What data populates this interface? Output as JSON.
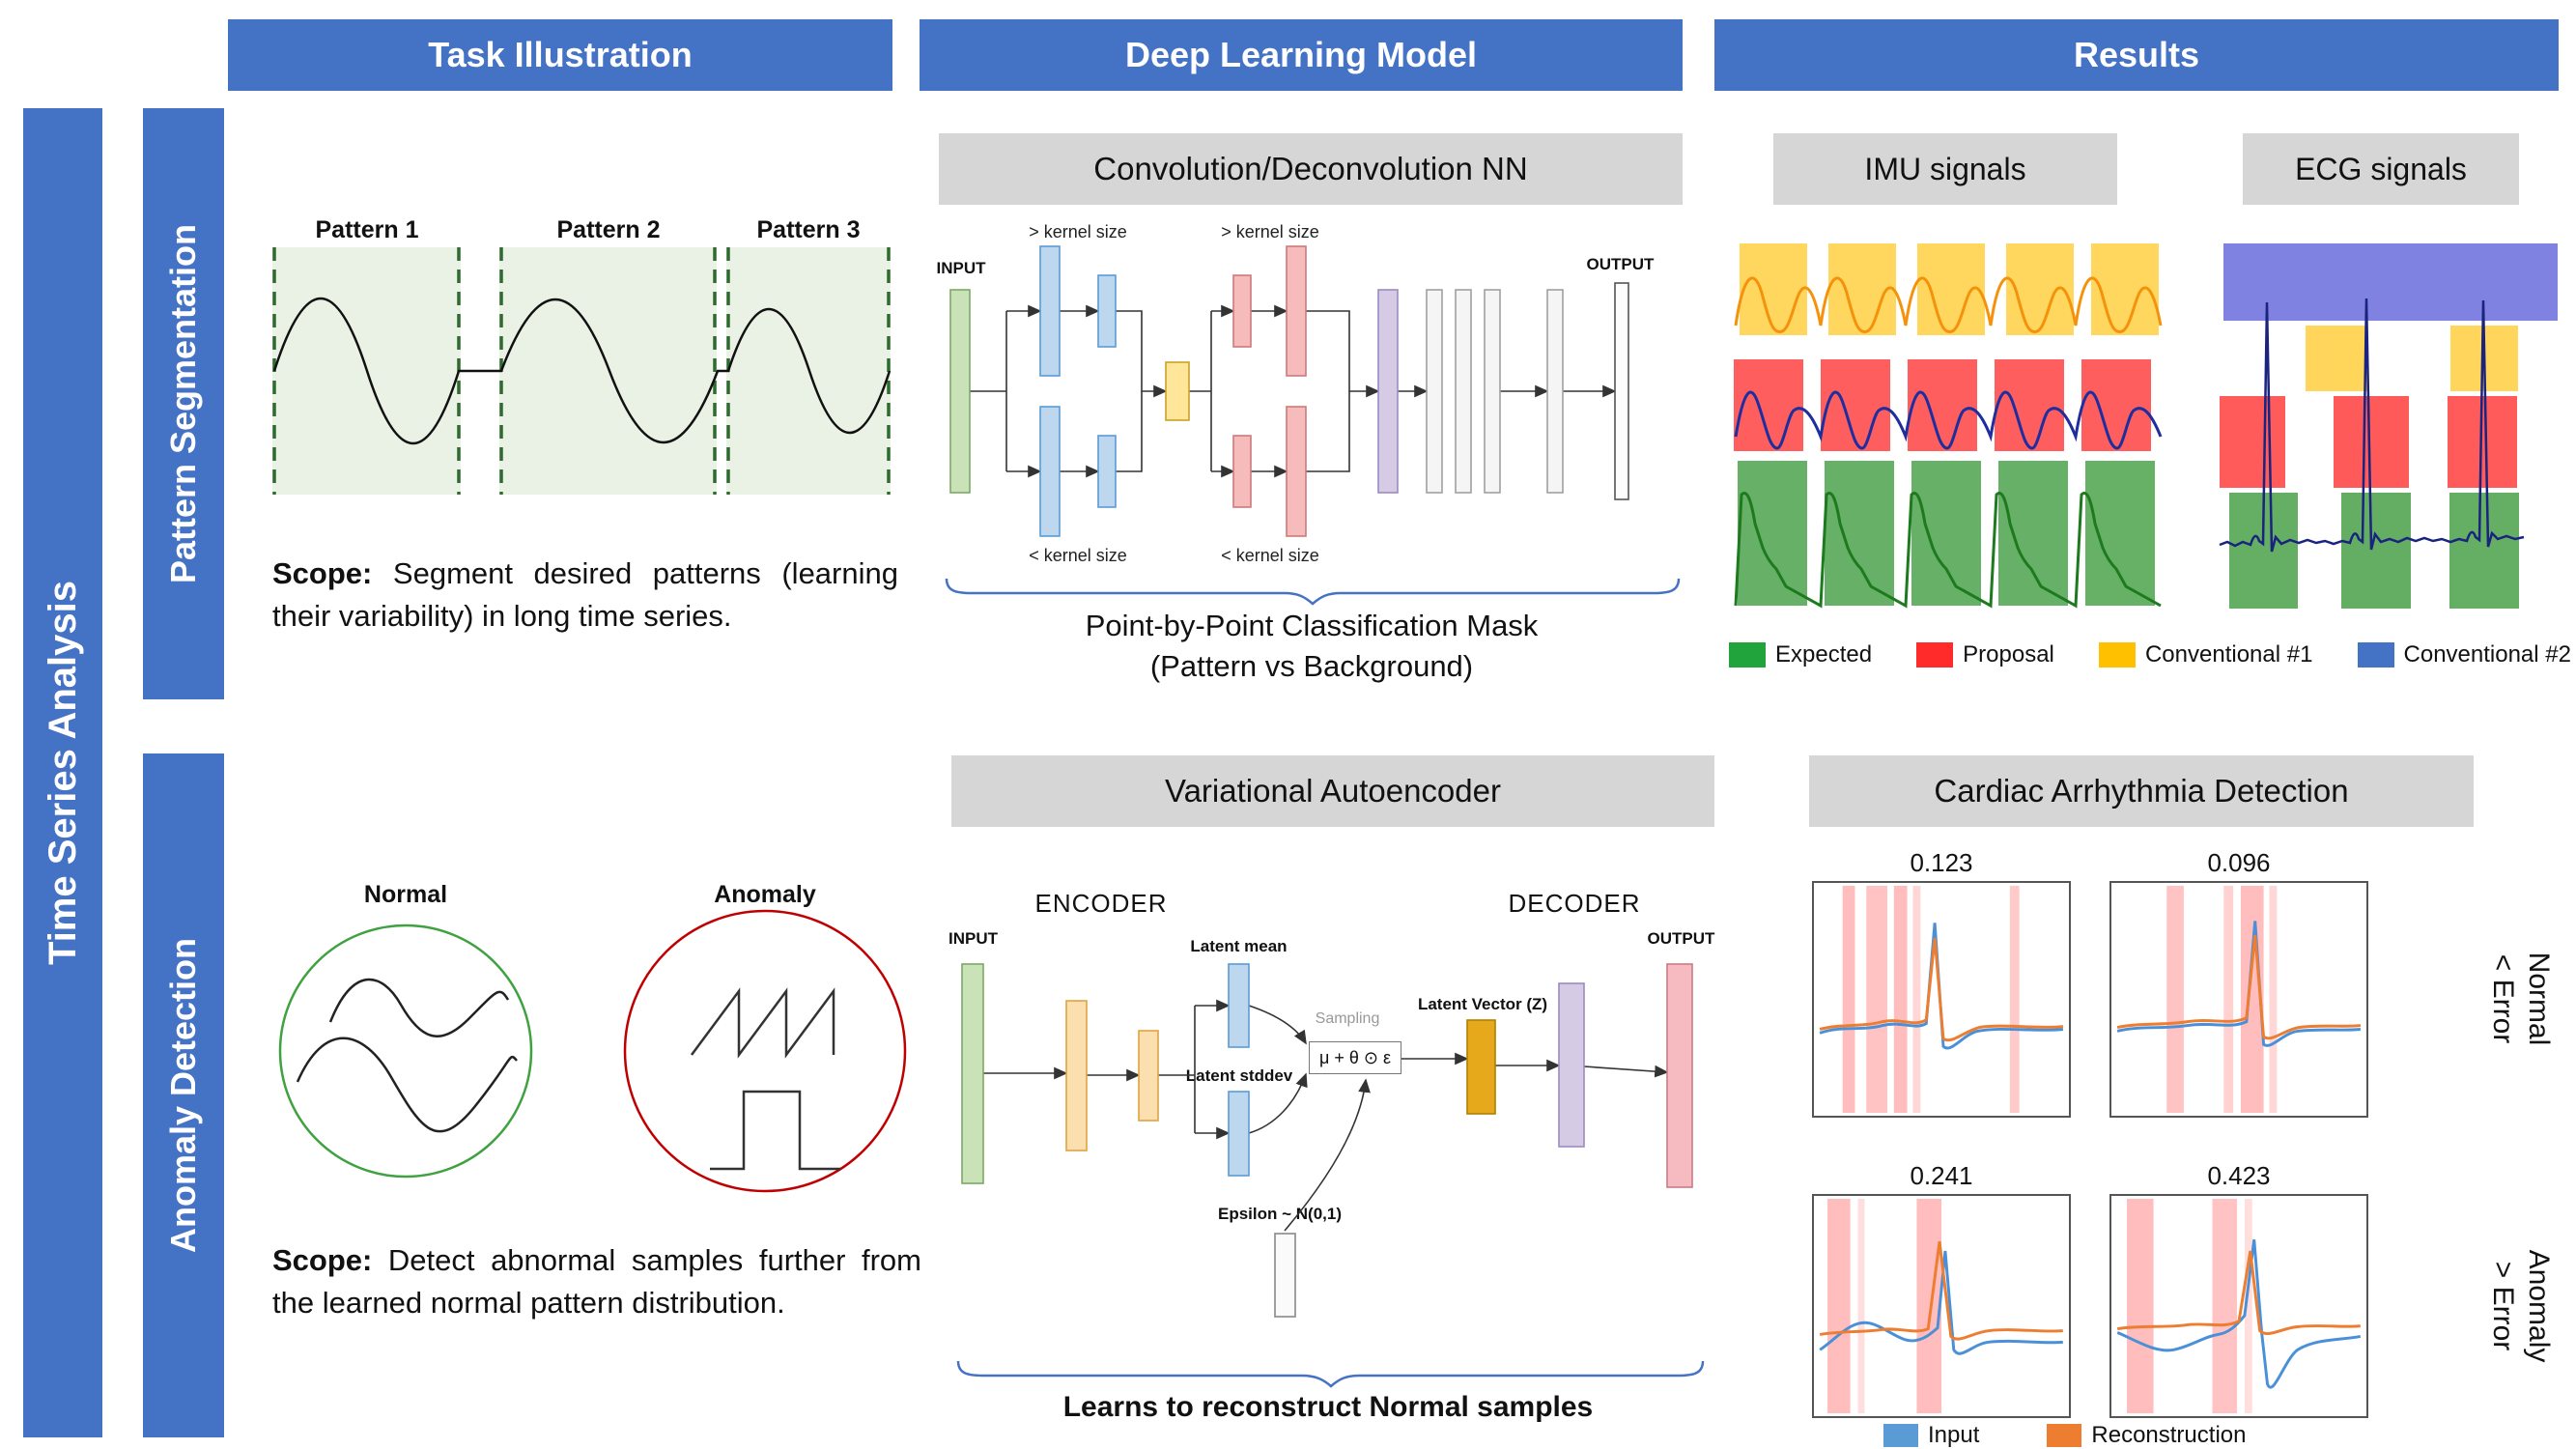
{
  "sidebar": {
    "title": "Time Series Analysis"
  },
  "column_headers": [
    {
      "label": "Task Illustration"
    },
    {
      "label": "Deep Learning Model"
    },
    {
      "label": "Results"
    }
  ],
  "row_headers": [
    {
      "label": "Pattern Segmentation"
    },
    {
      "label": "Anomaly Detection"
    }
  ],
  "pattern_segmentation": {
    "task": {
      "pattern_labels": [
        "Pattern 1",
        "Pattern 2",
        "Pattern 3"
      ],
      "scope_label": "Scope:",
      "scope_text": "Segment desired patterns (learning their variability) in long time series."
    },
    "model": {
      "title": "Convolution/Deconvolution NN",
      "input_label": "INPUT",
      "output_label": "OUTPUT",
      "kernel_size_gt": "> kernel size",
      "kernel_size_lt": "< kernel size",
      "caption_line1": "Point-by-Point Classification Mask",
      "caption_line2": "(Pattern vs Background)"
    },
    "results": {
      "imu_title": "IMU signals",
      "ecg_title": "ECG signals",
      "legend": [
        {
          "label": "Expected",
          "color": "#22A43C"
        },
        {
          "label": "Proposal",
          "color": "#FF2B2B"
        },
        {
          "label": "Conventional #1",
          "color": "#FFC000"
        },
        {
          "label": "Conventional #2",
          "color": "#4472C4"
        }
      ]
    }
  },
  "anomaly_detection": {
    "task": {
      "normal_label": "Normal",
      "anomaly_label": "Anomaly",
      "scope_label": "Scope:",
      "scope_text": "Detect abnormal samples further from the learned normal pattern distribution."
    },
    "model": {
      "title": "Variational Autoencoder",
      "encoder_label": "ENCODER",
      "decoder_label": "DECODER",
      "input_label": "INPUT",
      "output_label": "OUTPUT",
      "latent_mean_label": "Latent mean",
      "latent_stddev_label": "Latent stddev",
      "sampling_label": "Sampling",
      "formula": "μ + θ ⊙ ε",
      "latent_vector_label": "Latent Vector (Z)",
      "epsilon_label": "Epsilon ~ N(0,1)",
      "caption": "Learns to reconstruct Normal samples"
    },
    "results": {
      "title": "Cardiac Arrhythmia Detection",
      "error_values": [
        "0.123",
        "0.096",
        "0.241",
        "0.423"
      ],
      "normal_annotation": {
        "line1": "Normal",
        "line2": "< Error"
      },
      "anomaly_annotation": {
        "line1": "Anomaly",
        "line2": "> Error"
      },
      "legend": [
        {
          "label": "Input",
          "color": "#5B9BD5"
        },
        {
          "label": "Reconstruction",
          "color": "#ED7D31"
        }
      ]
    }
  },
  "colors": {
    "header_blue": "#4472C4",
    "subheader_gray": "#D6D6D6"
  }
}
